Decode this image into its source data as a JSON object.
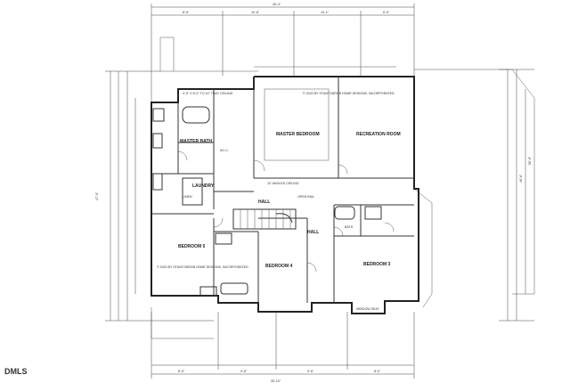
{
  "rooms": [
    {
      "id": "master-bedroom",
      "label": "MASTER BEDROOM"
    },
    {
      "id": "recreation-room",
      "label": "RECREATION ROOM"
    },
    {
      "id": "master-bath",
      "label": "MASTER BATH"
    },
    {
      "id": "laundry",
      "label": "LAUNDRY"
    },
    {
      "id": "hall-1",
      "label": "HALL"
    },
    {
      "id": "hall-2",
      "label": "HALL"
    },
    {
      "id": "bedroom-5",
      "label": "BEDROOM 5"
    },
    {
      "id": "bedroom-4",
      "label": "BEDROOM 4"
    },
    {
      "id": "bedroom-3",
      "label": "BEDROOM 3"
    },
    {
      "id": "bath",
      "label": "BATH"
    },
    {
      "id": "w-i-c",
      "label": "W.I.C."
    },
    {
      "id": "linen",
      "label": "LINEN"
    },
    {
      "id": "window-seat",
      "label": "WINDOW SEAT"
    },
    {
      "id": "open-rail",
      "label": "OPEN RAIL"
    }
  ],
  "notes": {
    "copyright_a": "© 2020 BY STANTONROB HOME DESIGNS, INCORPORATED",
    "copyright_b": "© 2020 BY STANTONROB HOME DESIGNS, INCORPORATED",
    "tray": "4'-0\" X 8'-0\" TO 10\" TRAY CEILING",
    "ceiling": "10' ANGLED CEILING"
  },
  "dims": {
    "overall_top": "35'-4\"",
    "top_1": "8'-6\"",
    "top_2": "10'-6\"",
    "top_3": "10'-1\"",
    "top_4": "6'-0\"",
    "bottom_overall": "35'-10\"",
    "bottom_1": "8'-0\"",
    "bottom_2": "9'-6\"",
    "bottom_3": "9'-6\"",
    "bottom_4": "8'-0\"",
    "left_overall": "47'-0\"",
    "right_overall": "56'-0\"",
    "right_2": "46'-6\""
  },
  "watermark": "DMLS"
}
